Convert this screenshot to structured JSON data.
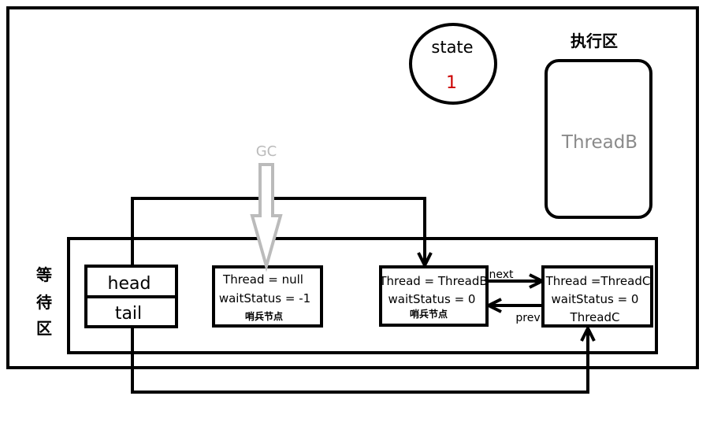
{
  "state": {
    "label": "state",
    "value": "1"
  },
  "exec_area": {
    "label": "执行区",
    "thread": "ThreadB"
  },
  "wait_area": {
    "label_chars": [
      "等",
      "待",
      "区"
    ]
  },
  "gc": {
    "label": "GC"
  },
  "head_tail": {
    "head": "head",
    "tail": "tail"
  },
  "node1": {
    "thread": "Thread = null",
    "status": "waitStatus = -1",
    "note": "哨兵节点"
  },
  "node2": {
    "thread": "Thread = ThreadB",
    "status": "waitStatus = 0",
    "note": "哨兵节点"
  },
  "node3": {
    "thread": "Thread =ThreadC",
    "status": "waitStatus = 0",
    "owner": "ThreadC"
  },
  "links": {
    "next": "next",
    "prev": "prev"
  },
  "colors": {
    "line": "#000000",
    "state_value": "#cc0000",
    "gc": "#bbbbbb",
    "exec_thread": "#8a8a8a"
  }
}
